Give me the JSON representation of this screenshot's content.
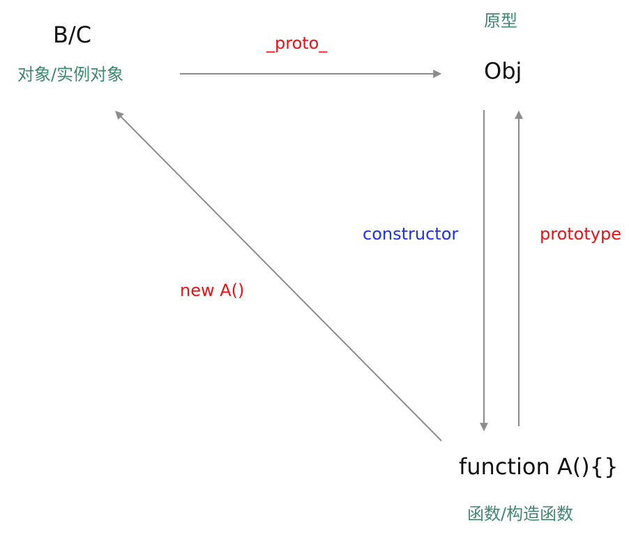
{
  "nodes": {
    "instance": {
      "name": "B/C",
      "caption": "对象/实例对象"
    },
    "prototype": {
      "name": "Obj",
      "caption": "原型"
    },
    "constructor_fn": {
      "name": "function A(){}",
      "caption": "函数/构造函数"
    }
  },
  "edges": {
    "proto": {
      "label": "_proto_",
      "color": "#ee1111"
    },
    "constructor": {
      "label": "constructor",
      "color": "#1a33ee"
    },
    "prototype": {
      "label": "prototype",
      "color": "#ee1111"
    },
    "new": {
      "label": "new A()",
      "color": "#ee1111"
    }
  },
  "colors": {
    "caption": "#3d8a6d",
    "arrow": "#8c8c8c",
    "node_text": "#111111"
  }
}
